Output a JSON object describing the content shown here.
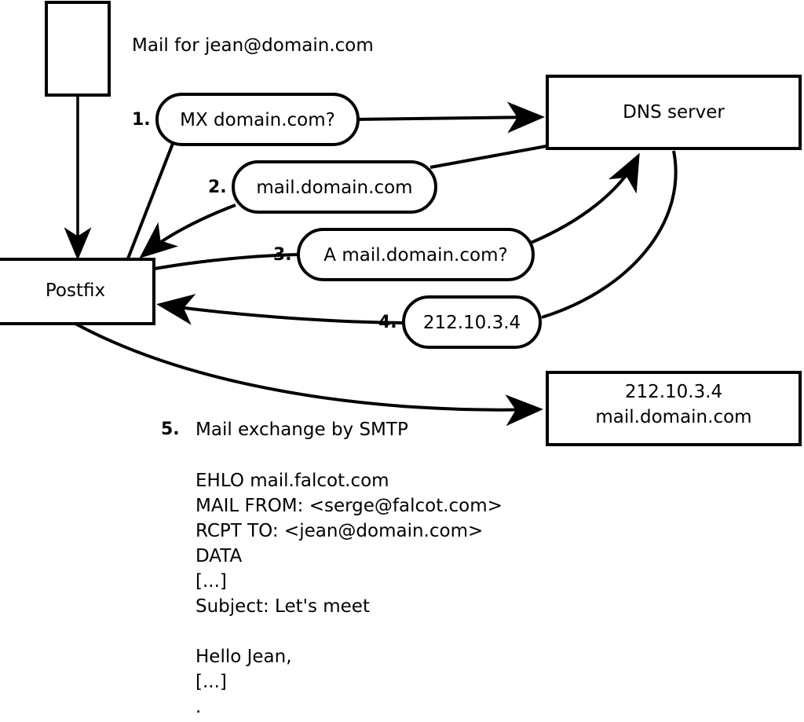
{
  "diagram": {
    "title_note": "Mail for jean@domain.com",
    "nodes": [
      {
        "id": "sender",
        "label": "",
        "kind": "box"
      },
      {
        "id": "postfix",
        "label": "Postfix",
        "kind": "box"
      },
      {
        "id": "dns",
        "label": "DNS server",
        "kind": "box"
      },
      {
        "id": "target",
        "label_line1": "212.10.3.4",
        "label_line2": "mail.domain.com",
        "kind": "box"
      }
    ],
    "steps": [
      {
        "number": "1.",
        "label": "MX domain.com?",
        "from": "postfix",
        "to": "dns"
      },
      {
        "number": "2.",
        "label": "mail.domain.com",
        "from": "dns",
        "to": "postfix"
      },
      {
        "number": "3.",
        "label": "A mail.domain.com?",
        "from": "postfix",
        "to": "dns"
      },
      {
        "number": "4.",
        "label": "212.10.3.4",
        "from": "dns",
        "to": "postfix"
      },
      {
        "number": "5.",
        "label": "Mail exchange by SMTP",
        "from": "postfix",
        "to": "target"
      }
    ],
    "smtp_transcript": [
      "EHLO mail.falcot.com",
      "MAIL FROM: <serge@falcot.com>",
      "RCPT TO: <jean@domain.com>",
      "DATA",
      "[...]",
      "Subject: Let's meet",
      "",
      "Hello Jean,",
      "[...]",
      "."
    ],
    "colors": {
      "stroke": "#000000",
      "fill": "#ffffff",
      "text": "#000000"
    }
  }
}
